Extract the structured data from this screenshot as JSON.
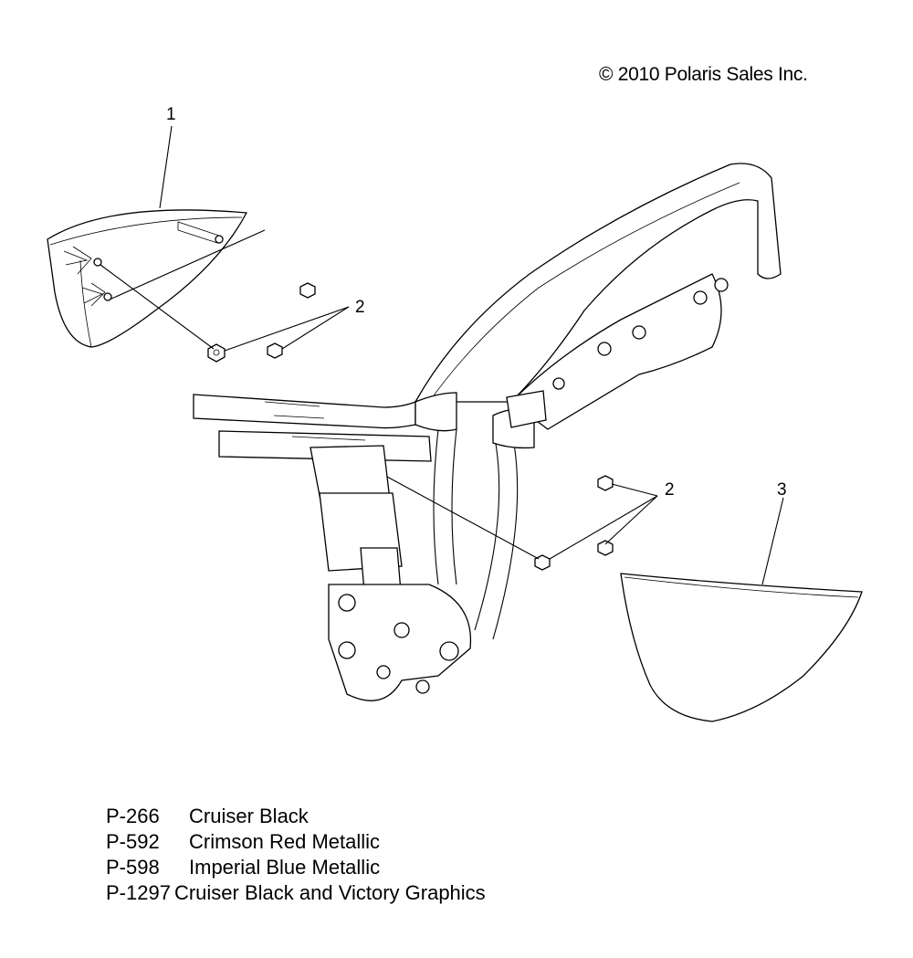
{
  "copyright": "© 2010 Polaris Sales Inc.",
  "callouts": {
    "part1": "1",
    "part2_upper": "2",
    "part2_lower": "2",
    "part3": "3"
  },
  "legend": [
    {
      "code": "P-266",
      "name": "Cruiser Black"
    },
    {
      "code": "P-592",
      "name": "Crimson Red Metallic"
    },
    {
      "code": "P-598",
      "name": "Imperial Blue Metallic"
    },
    {
      "code": "P-1297",
      "name": "Cruiser Black and Victory Graphics"
    }
  ]
}
